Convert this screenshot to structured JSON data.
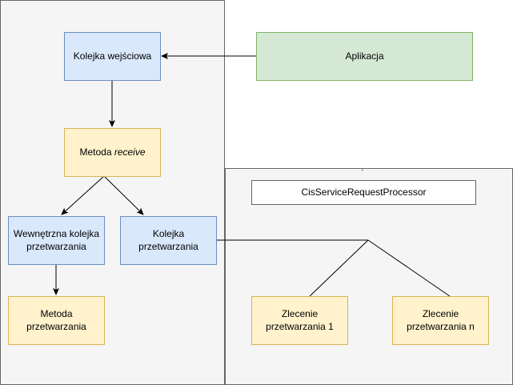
{
  "diagram": {
    "regions": {
      "left": {
        "label": ""
      },
      "right": {
        "label": "",
        "marker": "'"
      }
    },
    "nodes": {
      "input_queue": {
        "label": "Kolejka wejściowa"
      },
      "application": {
        "label": "Aplikacja"
      },
      "receive_method": {
        "label_prefix": "Metoda ",
        "label_emphasis": "receive"
      },
      "internal_queue": {
        "label": "Wewnętrzna kolejka przetwarzania"
      },
      "processing_queue": {
        "label": "Kolejka przetwarzania"
      },
      "processing_method": {
        "label": "Metoda przetwarzania"
      },
      "processor": {
        "label": "CisServiceRequestProcessor"
      },
      "order_1": {
        "label": "Zlecenie przetwarzania 1"
      },
      "order_n": {
        "label": "Zlecenie przetwarzania n"
      }
    },
    "edges": [
      {
        "from": "application",
        "to": "input_queue",
        "arrow": true
      },
      {
        "from": "input_queue",
        "to": "receive_method",
        "arrow": true
      },
      {
        "from": "receive_method",
        "to": "internal_queue",
        "arrow": true
      },
      {
        "from": "receive_method",
        "to": "processing_queue",
        "arrow": true
      },
      {
        "from": "internal_queue",
        "to": "processing_method",
        "arrow": true
      },
      {
        "from": "processing_queue",
        "to": "order_1",
        "arrow": false
      },
      {
        "from": "processing_queue",
        "to": "order_n",
        "arrow": false
      }
    ],
    "colors": {
      "blue_fill": "#dae8fc",
      "blue_stroke": "#6c8ebf",
      "yellow_fill": "#fff2cc",
      "yellow_stroke": "#d6b656",
      "green_fill": "#d5e8d4",
      "green_stroke": "#82b366",
      "region_fill": "#f5f5f5",
      "region_stroke": "#666666"
    }
  }
}
